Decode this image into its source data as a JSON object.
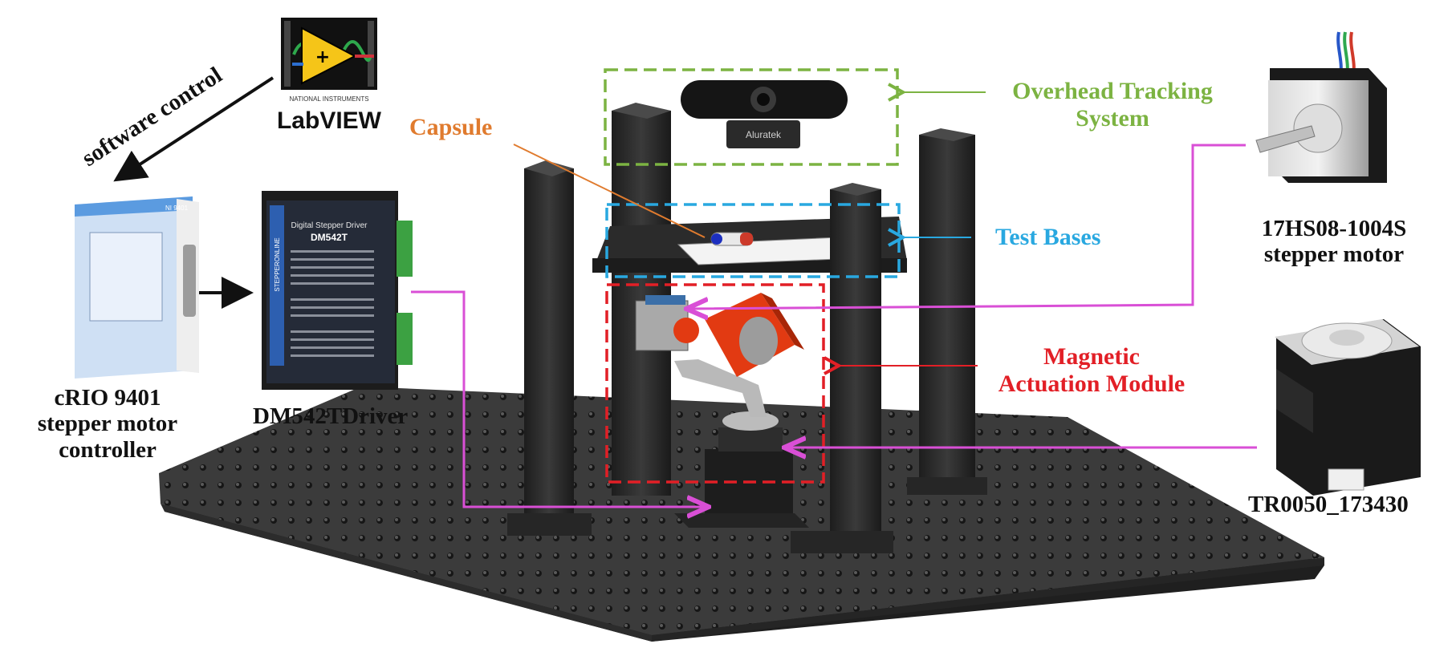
{
  "colors": {
    "overhead_green": "#7cb342",
    "capsule_orange": "#e07b2e",
    "test_blue": "#29a8e0",
    "magnetic_red": "#e21f26",
    "connector_magenta": "#d94fd6",
    "black_text": "#111111"
  },
  "software": {
    "labview_logo_line1": "NATIONAL INSTRUMENTS",
    "labview_logo_line2": "LabVIEW",
    "arrow_label": "software control"
  },
  "crio": {
    "label": "cRIO 9401\nstepper motor\ncontroller",
    "module_tag": "NI 9401"
  },
  "driver": {
    "label": "DM542TDriver",
    "panel_title": "Digital Stepper Driver",
    "panel_model": "DM542T",
    "brand": "STEPPERONLINE"
  },
  "annotations": {
    "capsule": "Capsule",
    "overhead": "Overhead Tracking\nSystem",
    "test_bases": "Test Bases",
    "magnetic": "Magnetic\nActuation Module"
  },
  "motors": {
    "top_label": "17HS08-1004S\nstepper motor",
    "bottom_label": "TR0050_173430"
  },
  "camera": {
    "brand": "Aluratek"
  }
}
